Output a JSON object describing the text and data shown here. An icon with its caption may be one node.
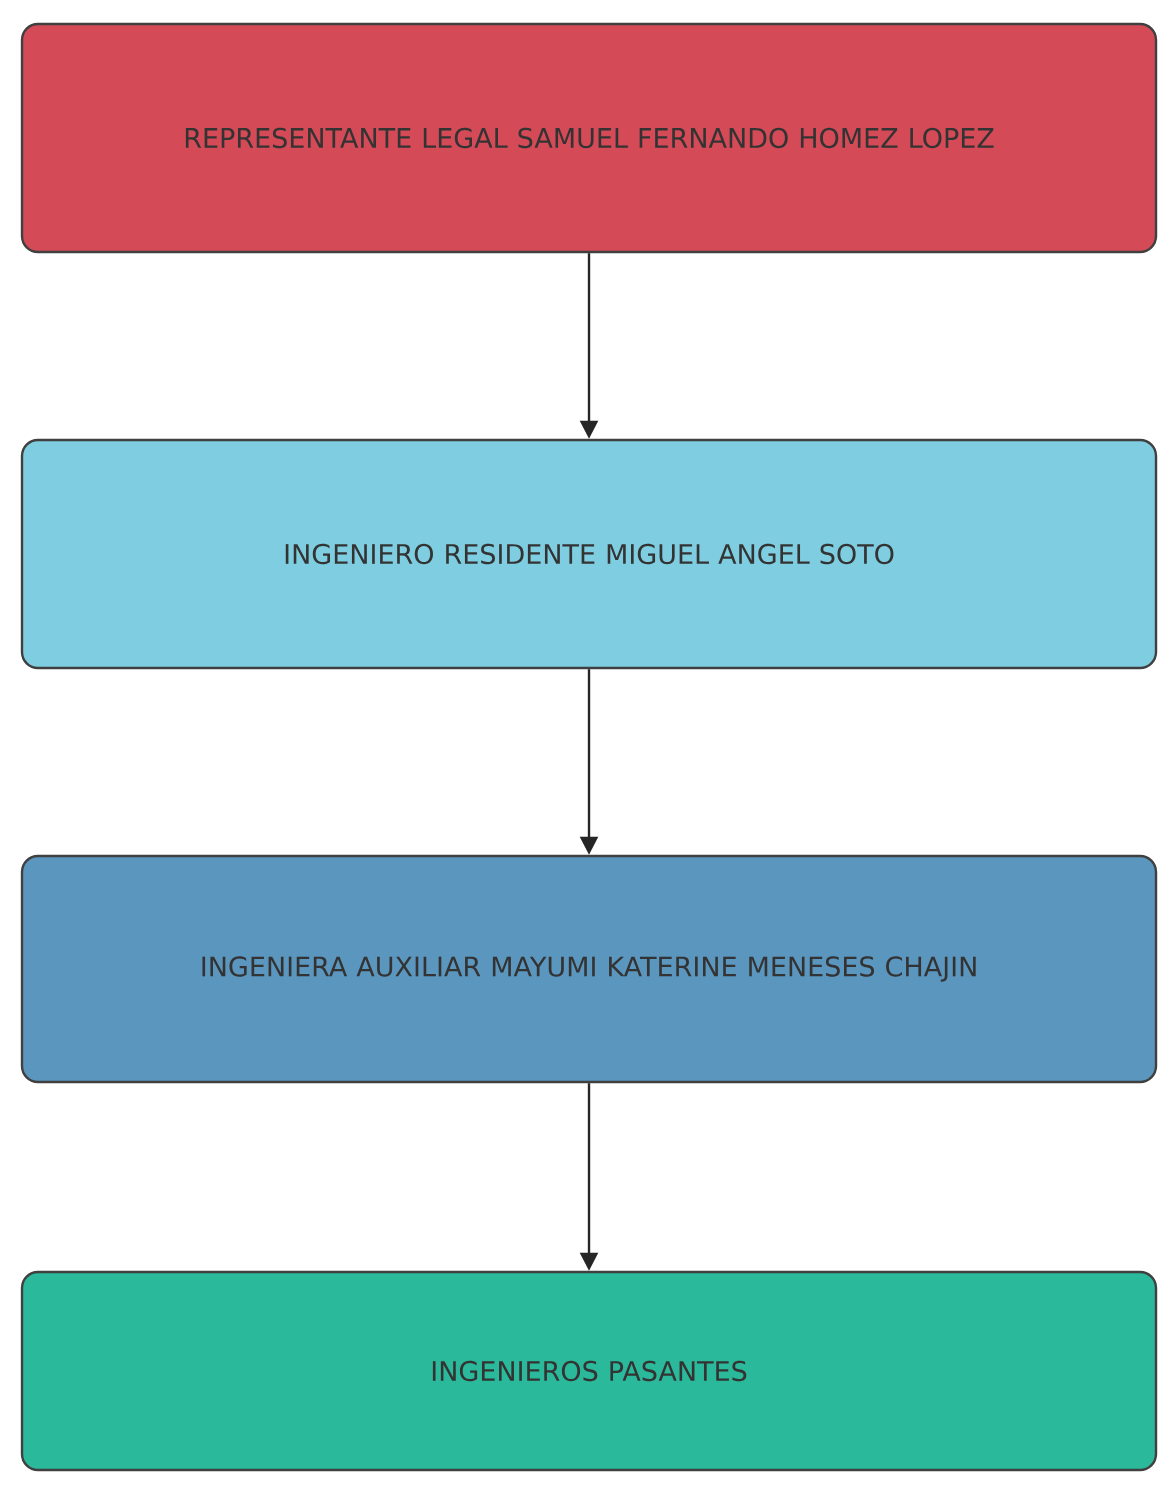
{
  "diagram": {
    "nodes": [
      {
        "text": [
          "REPRESENTANTE LEGAL SAMUEL FERNANDO HOMEZ LOPEZ"
        ]
      },
      {
        "text": [
          "INGENIERO RESIDENTE MIGUEL ANGEL SOTO"
        ]
      },
      {
        "text": [
          "INGENIERA AUXILIAR MAYUMI KATERINE MENESES CHAJIN"
        ]
      },
      {
        "text": [
          "INGENIEROS PASANTES"
        ]
      }
    ],
    "edges": [
      {
        "from": 0,
        "to": 1,
        "arrow": "to"
      },
      {
        "from": 1,
        "to": 2,
        "arrow": "to"
      },
      {
        "from": 2,
        "to": 3,
        "arrow": "to"
      }
    ]
  }
}
